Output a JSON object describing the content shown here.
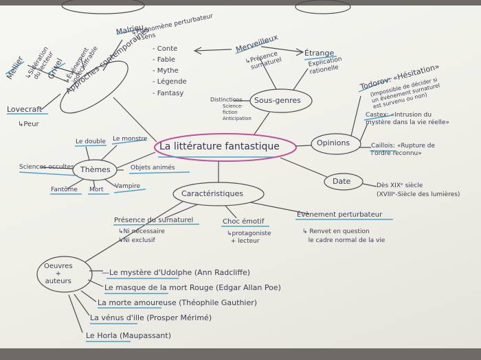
{
  "mindmap": {
    "center": "La littérature fantastique",
    "approches": {
      "title": "Approches contemporaines",
      "malrieu": "Malrieu",
      "malrieu_note": "↳Phénomène perturbateur\n  ↳sens",
      "mellier": "Mellier",
      "mellier_note": "↳Sidération\n  du lecteur",
      "grivel": "Grivel",
      "grivel_note": "↳Événement\n  indéchiffrable",
      "lovecraft": "Lovecraft",
      "lovecraft_note": "↳Peur"
    },
    "genres_list": [
      "- Conte",
      "- Fable",
      "- Mythe",
      "- Légende",
      "- Fantasy"
    ],
    "sous_genres": {
      "title": "Sous-genres",
      "merveilleux": "Merveilleux",
      "merveilleux_note": "↳Présence\n  surnaturel",
      "etrange": "Étrange",
      "etrange_note": "Explication\nrationelle",
      "distinctions": "Distinctions",
      "distinctions_note": "Science-\nfiction\nAnticipation"
    },
    "opinions": {
      "title": "Opinions",
      "todorov": "Todorov: «Hésitation»",
      "todorov_note": "(Impossible de décider si\nun évènement surnaturel\nest survenu ou non)",
      "castex": "Castex: «Intrusion du\nmystère dans la vie réelle»",
      "caillois": "Caillois: «Rupture de\nl'ordre reconnu»"
    },
    "date": {
      "title": "Date",
      "note": "Dès XIXᵉ siècle\n(XVIIIᵉ-Siècle des lumières)"
    },
    "themes": {
      "title": "Thèmes",
      "items": [
        "Le double",
        "Le monstre",
        "Sciences occultes",
        "Objets animés",
        "Fantôme",
        "Mort",
        "Vampire"
      ]
    },
    "caracteristiques": {
      "title": "Caractéristiques",
      "presence": "Présence du surnaturel",
      "presence_note": "↳Ni nécessaire\n↳Ni exclusif",
      "choc": "Choc émotif",
      "choc_note": "↳protagoniste\n  + lecteur",
      "evenement": "Évènement perturbateur",
      "evenement_note": "↳ Renvet en question\n   le cadre normal de la vie"
    },
    "oeuvres": {
      "title": "Oeuvres\n+\nauteurs",
      "items": [
        "—Le mystère d'Udolphe (Ann Radcliffe)",
        "Le masque de la mort Rouge (Edgar Allan Poe)",
        "La morte amoureuse (Théophile Gauthier)",
        "La vénus d'ille (Prosper Mérimé)",
        "Le Horla (Maupassant)"
      ]
    }
  }
}
